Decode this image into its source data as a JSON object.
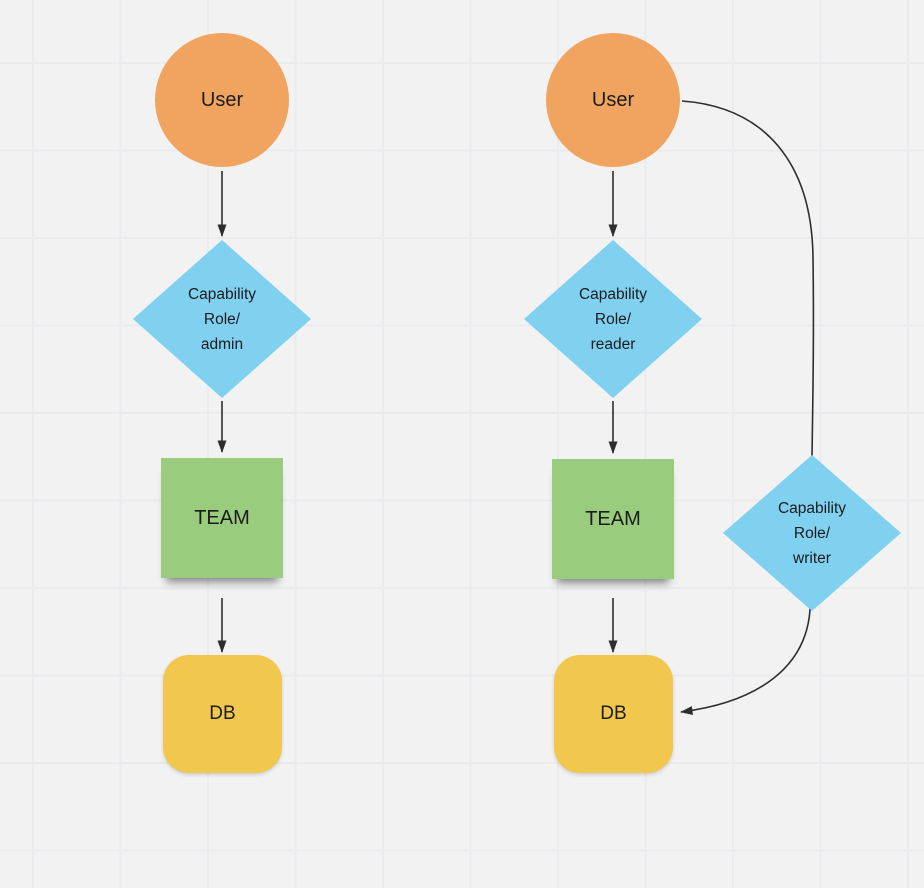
{
  "app": {
    "canvas_background": "#f2f2f3",
    "grid_line_color": "#eaebed"
  },
  "palette": {
    "user_fill": "#f0a45f",
    "role_fill": "#80d0f0",
    "team_fill": "#99cd7d",
    "db_fill": "#f1c84d",
    "connector": "#2e2e2e",
    "text": "#1c1c1e"
  },
  "flows": {
    "left": {
      "user": "User",
      "role": [
        "Capability",
        "Role/",
        "admin"
      ],
      "team": "TEAM",
      "db": "DB"
    },
    "right": {
      "user": "User",
      "role": [
        "Capability",
        "Role/",
        "reader"
      ],
      "team": "TEAM",
      "db": "DB",
      "writer_role": [
        "Capability",
        "Role/",
        "writer"
      ]
    }
  }
}
